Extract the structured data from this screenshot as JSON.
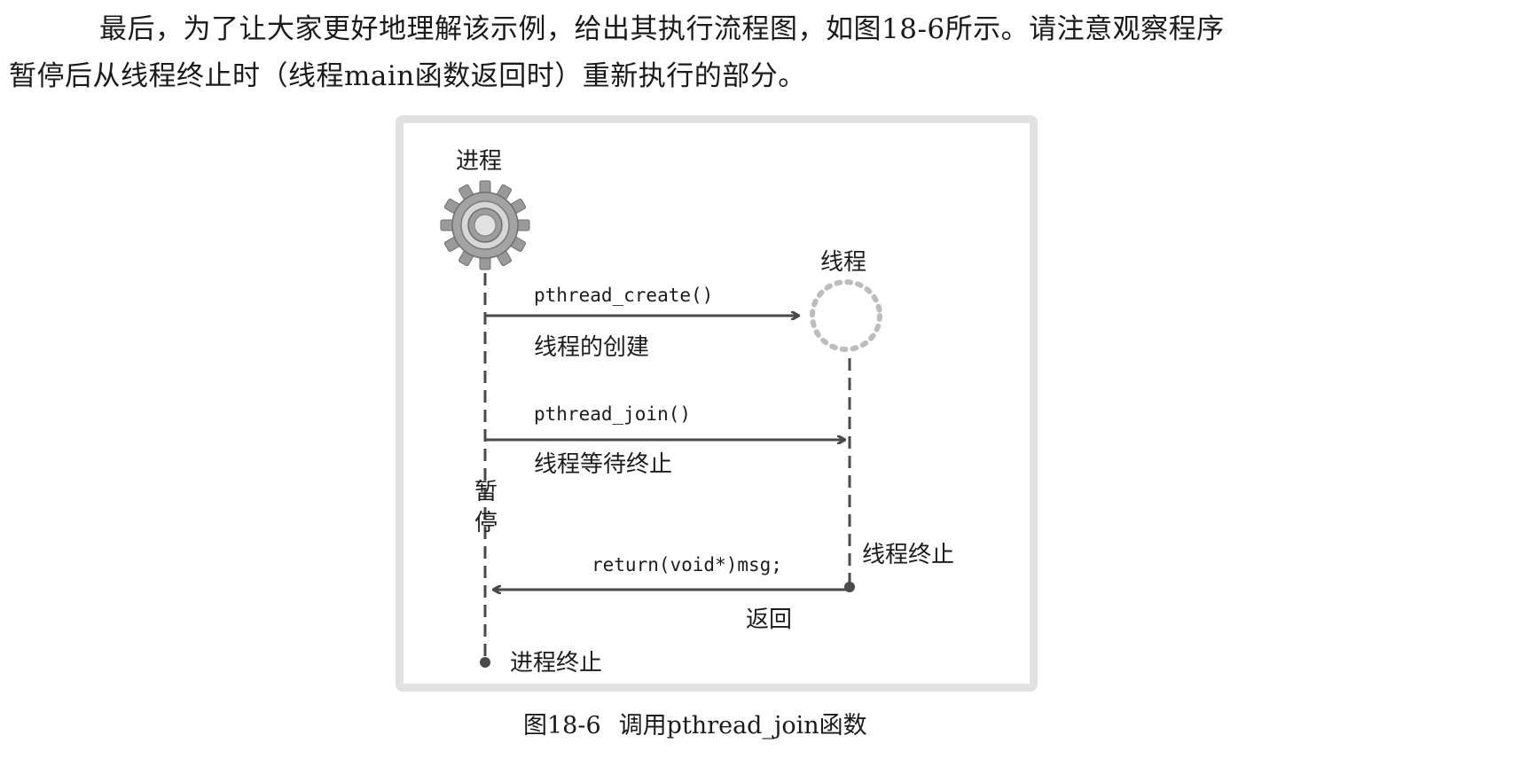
{
  "paragraph": {
    "line1": "最后，为了让大家更好地理解该示例，给出其执行流程图，如图18-6所示。请注意观察程序",
    "line2": "暂停后从线程终止时（线程main函数返回时）重新执行的部分。"
  },
  "figure": {
    "process_label": "进程",
    "thread_label": "线程",
    "create_call": "pthread_create()",
    "create_desc": "线程的创建",
    "join_call": "pthread_join()",
    "join_desc": "线程等待终止",
    "pause_label_1": "暂",
    "pause_label_2": "停",
    "return_call": "return(void*)msg;",
    "thread_end_label": "线程终止",
    "return_desc": "返回",
    "process_end_label": "进程终止",
    "icons": {
      "process": "gear-icon",
      "thread": "dashed-circle-icon"
    },
    "colors": {
      "line": "#4a4a4a",
      "gear": "#9a9a9a",
      "thread_circle": "#bdbdbd",
      "frame": "#e1e1e1"
    }
  },
  "caption": {
    "number": "图18-6",
    "text": "调用pthread_join函数"
  }
}
